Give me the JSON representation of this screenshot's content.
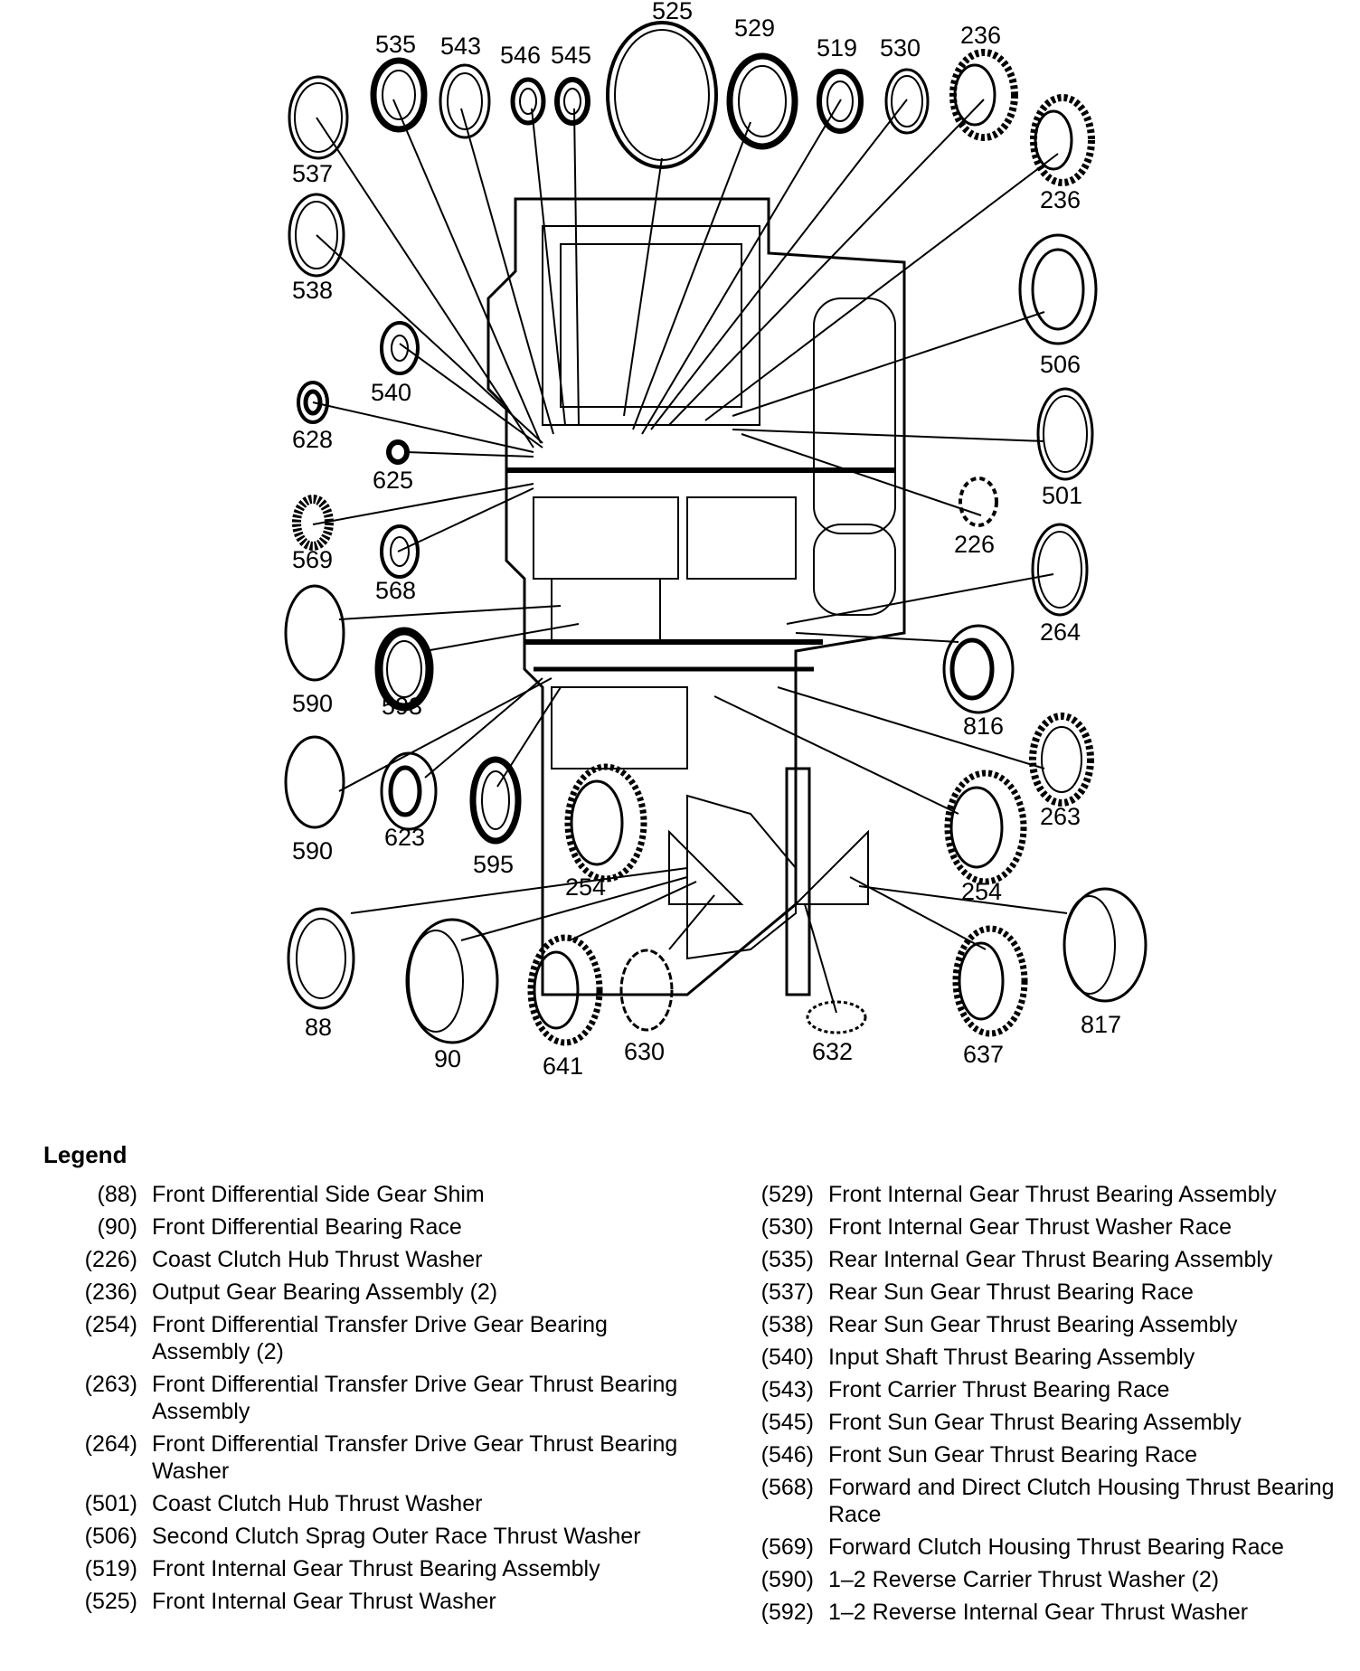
{
  "diagram": {
    "callouts": [
      "525",
      "535",
      "543",
      "546",
      "545",
      "529",
      "519",
      "530",
      "236",
      "537",
      "236",
      "538",
      "506",
      "540",
      "628",
      "625",
      "501",
      "569",
      "568",
      "226",
      "264",
      "590",
      "593",
      "816",
      "590",
      "623",
      "595",
      "254",
      "263",
      "254",
      "88",
      "90",
      "641",
      "630",
      "632",
      "637",
      "817"
    ]
  },
  "legend": {
    "title": "Legend",
    "left": [
      {
        "num": "(88)",
        "desc": "Front Differential Side Gear Shim"
      },
      {
        "num": "(90)",
        "desc": "Front Differential Bearing Race"
      },
      {
        "num": "(226)",
        "desc": "Coast Clutch Hub Thrust Washer"
      },
      {
        "num": "(236)",
        "desc": "Output Gear Bearing Assembly (2)"
      },
      {
        "num": "(254)",
        "desc": "Front Differential Transfer Drive Gear Bearing Assembly (2)"
      },
      {
        "num": "(263)",
        "desc": "Front Differential Transfer Drive Gear Thrust Bearing Assembly"
      },
      {
        "num": "(264)",
        "desc": "Front Differential Transfer Drive Gear Thrust Bearing Washer"
      },
      {
        "num": "(501)",
        "desc": "Coast Clutch Hub Thrust Washer"
      },
      {
        "num": "(506)",
        "desc": "Second Clutch Sprag Outer Race Thrust Washer"
      },
      {
        "num": "(519)",
        "desc": "Front Internal Gear Thrust Bearing Assembly"
      },
      {
        "num": "(525)",
        "desc": "Front Internal Gear Thrust Washer"
      }
    ],
    "right": [
      {
        "num": "(529)",
        "desc": "Front Internal Gear Thrust Bearing Assembly"
      },
      {
        "num": "(530)",
        "desc": "Front Internal Gear Thrust Washer Race"
      },
      {
        "num": "(535)",
        "desc": "Rear Internal Gear Thrust Bearing Assembly"
      },
      {
        "num": "(537)",
        "desc": "Rear Sun Gear Thrust Bearing Race"
      },
      {
        "num": "(538)",
        "desc": "Rear Sun Gear Thrust Bearing Assembly"
      },
      {
        "num": "(540)",
        "desc": "Input Shaft Thrust Bearing Assembly"
      },
      {
        "num": "(543)",
        "desc": "Front Carrier Thrust Bearing Race"
      },
      {
        "num": "(545)",
        "desc": "Front Sun Gear Thrust Bearing Assembly"
      },
      {
        "num": "(546)",
        "desc": "Front Sun Gear Thrust Bearing Race"
      },
      {
        "num": "(568)",
        "desc": "Forward and Direct Clutch Housing Thrust Bearing Race"
      },
      {
        "num": "(569)",
        "desc": "Forward Clutch Housing Thrust Bearing Race"
      },
      {
        "num": "(590)",
        "desc": "1–2 Reverse Carrier Thrust Washer (2)"
      },
      {
        "num": "(592)",
        "desc": "1–2 Reverse Internal Gear Thrust Washer"
      }
    ]
  }
}
